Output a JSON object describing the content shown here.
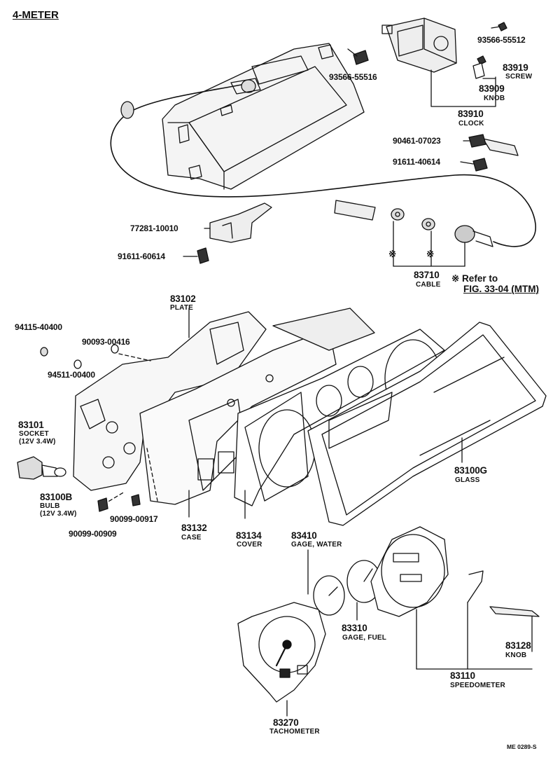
{
  "title": "4-METER",
  "parts": {
    "p93566_55512": "93566-55512",
    "p83919": "83919",
    "p83919_name": "SCREW",
    "p83909": "83909",
    "p83909_name": "KNOB",
    "p83910": "83910",
    "p83910_name": "CLOCK",
    "p93566_55516": "93566-55516",
    "p90461_07023": "90461-07023",
    "p91611_40614": "91611-40614",
    "p77281_10010": "77281-10010",
    "p91611_60614": "91611-60614",
    "p83710": "83710",
    "p83710_name": "CABLE",
    "p83102": "83102",
    "p83102_name": "PLATE",
    "p94115_40400": "94115-40400",
    "p90093_00416": "90093-00416",
    "p94511_00400": "94511-00400",
    "p83101": "83101",
    "p83101_name": "SOCKET",
    "p83101_spec": "(12V 3.4W)",
    "p83100B": "83100B",
    "p83100B_name": "BULB",
    "p83100B_spec": "(12V 3.4W)",
    "p90099_00917": "90099-00917",
    "p90099_00909": "90099-00909",
    "p83132": "83132",
    "p83132_name": "CASE",
    "p83134": "83134",
    "p83134_name": "COVER",
    "p83100G": "83100G",
    "p83100G_name": "GLASS",
    "p83410": "83410",
    "p83410_name": "GAGE, WATER",
    "p83310": "83310",
    "p83310_name": "GAGE, FUEL",
    "p83128": "83128",
    "p83128_name": "KNOB",
    "p83110": "83110",
    "p83110_name": "SPEEDOMETER",
    "p83270": "83270",
    "p83270_name": "TACHOMETER"
  },
  "reference": {
    "mark1": "※",
    "mark2": "※",
    "note": "※ Refer to",
    "figure": "FIG. 33-04 (MTM)"
  },
  "footer_code": "ME 0289-S"
}
